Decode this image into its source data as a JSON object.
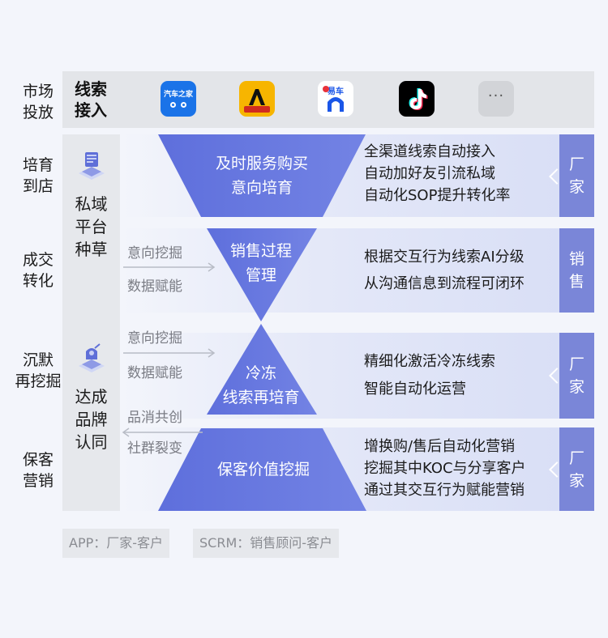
{
  "stages": [
    {
      "line1": "市场",
      "line2": "投放"
    },
    {
      "line1": "培育",
      "line2": "到店"
    },
    {
      "line1": "成交",
      "line2": "转化"
    },
    {
      "line1": "沉默",
      "line2": "再挖掘"
    },
    {
      "line1": "保客",
      "line2": "营销"
    }
  ],
  "sources": {
    "title_line1": "线索",
    "title_line2": "接入",
    "apps": [
      {
        "name": "autohome-app-icon",
        "label": "汽车之家",
        "color": "#1a73e8"
      },
      {
        "name": "yiche-car-app-icon",
        "color": "#f7b500"
      },
      {
        "name": "yiche-app-icon",
        "label": "易车",
        "color": "#ffffff"
      },
      {
        "name": "tiktok-app-icon",
        "color": "#000000"
      },
      {
        "name": "more-icon",
        "label": "···",
        "color": "#d2d4d8"
      }
    ],
    "icon_text_1": "汽车之家",
    "icon_text_2": "易车",
    "more": "···"
  },
  "left_column": {
    "top_line1": "私域",
    "top_line2": "平台",
    "top_line3": "种草",
    "bottom_line1": "达成",
    "bottom_line2": "品牌",
    "bottom_line3": "认同"
  },
  "mid_labels": {
    "a1": "意向挖掘",
    "a2": "数据赋能",
    "b1": "意向挖掘",
    "b2": "数据赋能",
    "c1": "品消共创",
    "c2": "社群裂变"
  },
  "funnel": {
    "s1_line1": "及时服务购买",
    "s1_line2": "意向培育",
    "s2_line1": "销售过程",
    "s2_line2": "管理",
    "s3_line1": "冷冻",
    "s3_line2": "线索再培育",
    "s4_line1": "保客价值挖掘"
  },
  "bands": {
    "b1": [
      "全渠道线索自动接入",
      "自动加好友引流私域",
      "自动化SOP提升转化率"
    ],
    "b2": [
      "根据交互行为线索AI分级",
      "从沟通信息到流程可闭环"
    ],
    "b3": [
      "精细化激活冷冻线索",
      "智能自动化运营"
    ],
    "b4": [
      "增换购/售后自动化营销",
      "挖掘其中KOC与分享客户",
      "通过其交互行为赋能营销"
    ]
  },
  "roles": {
    "r1": [
      "厂",
      "家"
    ],
    "r2": [
      "销",
      "售"
    ],
    "r3": [
      "厂",
      "家"
    ],
    "r4": [
      "厂",
      "家"
    ]
  },
  "legend": {
    "app": "APP：厂家-客户",
    "scrm": "SCRM：销售顾问-客户"
  },
  "colors": {
    "funnel_blue": "#6676dc",
    "role_blue": "#7a86d8",
    "band_light": "#dde2f7"
  }
}
